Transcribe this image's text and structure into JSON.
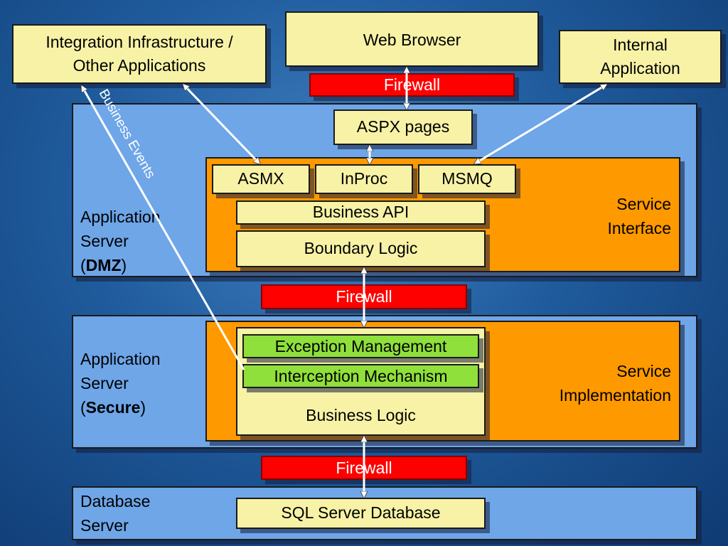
{
  "top": {
    "integration": [
      "Integration Infrastructure /",
      "Other Applications"
    ],
    "web_browser": "Web Browser",
    "internal_app": [
      "Internal",
      "Application"
    ]
  },
  "firewall": "Firewall",
  "dmz_zone": {
    "label_lines": [
      "Application",
      "Server"
    ],
    "label_suffix_open": "(",
    "label_suffix_bold": "DMZ",
    "label_suffix_close": ")",
    "aspx": "ASPX pages",
    "service_interface": [
      "Service",
      "Interface"
    ],
    "asmx": "ASMX",
    "inproc": "InProc",
    "msmq": "MSMQ",
    "business_api": "Business API",
    "boundary_logic": "Boundary Logic"
  },
  "secure_zone": {
    "label_lines": [
      "Application",
      "Server"
    ],
    "label_suffix_open": "(",
    "label_suffix_bold": "Secure",
    "label_suffix_close": ")",
    "service_implementation": [
      "Service",
      "Implementation"
    ],
    "exception_management": "Exception Management",
    "interception_mechanism": "Interception Mechanism",
    "business_logic": "Business Logic"
  },
  "db_zone": {
    "label_lines": [
      "Database",
      "Server"
    ],
    "sql_server": "SQL Server Database"
  },
  "business_events": "Business Events",
  "colors": {
    "firewall": "#ff0000",
    "zone": "#6ea6e8",
    "service_layer": "#ff9900",
    "component": "#f7f2a6",
    "crosscut": "#8fe03a"
  }
}
